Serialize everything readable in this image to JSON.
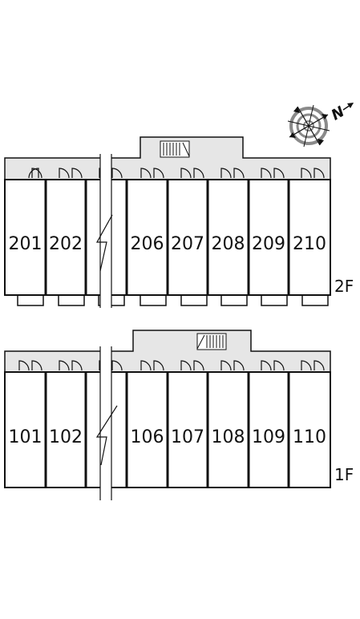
{
  "compass": {
    "north_label": "N",
    "icon": "compass-icon"
  },
  "floors": [
    {
      "label": "2F",
      "units": [
        "201",
        "202",
        "",
        "206",
        "207",
        "208",
        "209",
        "210"
      ],
      "stair_icon": "stairs-icon"
    },
    {
      "label": "1F",
      "units": [
        "101",
        "102",
        "",
        "106",
        "107",
        "108",
        "109",
        "110"
      ],
      "stair_icon": "stairs-icon"
    }
  ],
  "colors": {
    "corridor": "#e6e6e6",
    "line": "#111111",
    "compass_ring": "#888888"
  }
}
